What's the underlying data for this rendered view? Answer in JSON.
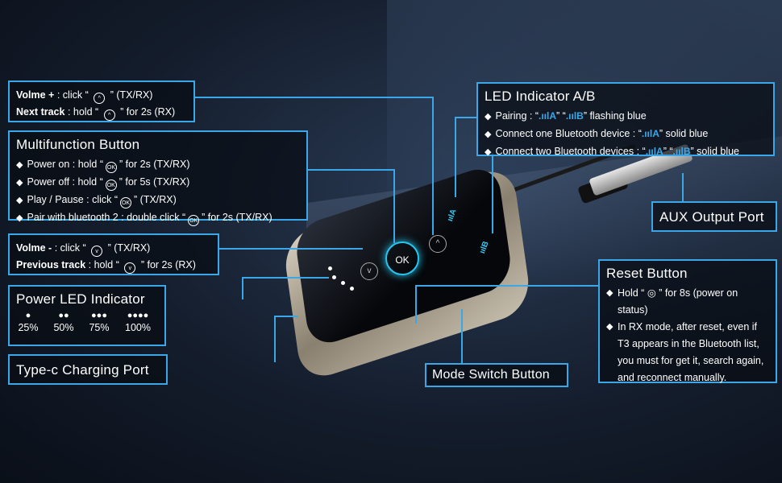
{
  "vol_up": {
    "line1_label": "Volme +",
    "line1_text": ": click “",
    "line1_suffix": "” (TX/RX)",
    "line2_label": "Next track",
    "line2_text": ": hold “",
    "line2_suffix": "” for 2s (RX)",
    "icon": "^"
  },
  "multifunction": {
    "title": "Multifunction Button",
    "items": [
      {
        "pre": "Power on : hold “",
        "post": "” for 2s (TX/RX)"
      },
      {
        "pre": "Power off : hold “",
        "post": "” for 5s (TX/RX)"
      },
      {
        "pre": "Play / Pause : click “",
        "post": "” (TX/RX)"
      },
      {
        "pre": "Pair with bluetooth 2 : double click “",
        "post": "” for 2s (TX/RX)"
      }
    ],
    "icon": "OK"
  },
  "vol_down": {
    "line1_label": "Volme -",
    "line1_text": ": click “",
    "line1_suffix": "” (TX/RX)",
    "line2_label": "Previous track",
    "line2_text": ": hold “",
    "line2_suffix": "” for 2s (RX)",
    "icon": "v"
  },
  "power_led": {
    "title": "Power LED Indicator",
    "levels": [
      {
        "dots": "●",
        "label": "25%"
      },
      {
        "dots": "●●",
        "label": "50%"
      },
      {
        "dots": "●●●",
        "label": "75%"
      },
      {
        "dots": "●●●●",
        "label": "100%"
      }
    ]
  },
  "typec": {
    "title": "Type-c Charging Port"
  },
  "led_ab": {
    "title": "LED Indicator A/B",
    "items": [
      {
        "pre": "Pairing : “",
        "a": ".ıılA",
        "mid": "” “",
        "b": ".ıılB",
        "post": "” flashing blue"
      },
      {
        "pre": "Connect one Bluetooth device : “",
        "a": ".ıılA",
        "mid": "",
        "b": "",
        "post": "” solid blue"
      },
      {
        "pre": "Connect two Bluetooth devices : “",
        "a": ".ıılA",
        "mid": "” “",
        "b": ".ıılB",
        "post": "” solid blue"
      }
    ]
  },
  "aux": {
    "title": "AUX Output Port"
  },
  "reset": {
    "title": "Reset Button",
    "item1": "Hold “ ◎ ” for 8s (power on status)",
    "item2": "In RX mode, after reset, even if T3 appears in the Bluetooth list, you must for get it, search again, and reconnect manually."
  },
  "mode_switch": {
    "title": "Mode Switch Button"
  },
  "device": {
    "ok_label": "OK",
    "led_a": "ıılA",
    "led_b": "ıılB"
  }
}
